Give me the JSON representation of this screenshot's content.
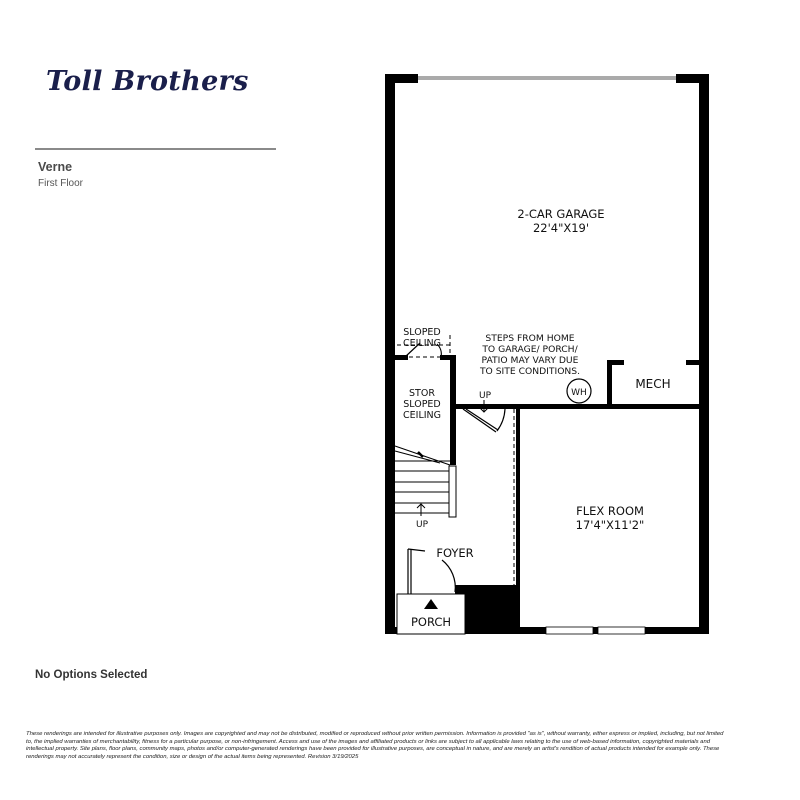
{
  "brand": {
    "name": "Toll Brothers",
    "color": "#1a1f4b"
  },
  "plan": {
    "model_name": "Verne",
    "floor_label": "First Floor",
    "options_status": "No Options Selected"
  },
  "rooms": {
    "garage": {
      "name": "2-CAR GARAGE",
      "dims": "22'4\"X19'"
    },
    "flex_room": {
      "name": "FLEX ROOM",
      "dims": "17'4\"X11'2\""
    },
    "mech": {
      "name": "MECH"
    },
    "sloped_ceiling": {
      "line1": "SLOPED",
      "line2": "CEILING"
    },
    "storage": {
      "line1": "STOR",
      "line2": "SLOPED",
      "line3": "CEILING"
    },
    "foyer": {
      "name": "FOYER"
    },
    "porch": {
      "name": "PORCH"
    }
  },
  "annotations": {
    "steps_note": [
      "STEPS FROM HOME",
      "TO GARAGE/ PORCH/",
      "PATIO MAY VARY DUE",
      "TO SITE CONDITIONS."
    ],
    "water_heater": "WH",
    "up_garage": "UP",
    "up_stairs": "UP"
  },
  "disclaimer": "These renderings are intended for illustrative purposes only. Images are copyrighted and may not be distributed, modified or reproduced without prior written permission. Information is provided \"as is\", without warranty, either express or implied, including, but not limited to, the implied warranties of merchantability, fitness for a particular purpose, or non-infringement. Access and use of the images and affiliated products or links are subject to all applicable laws relating to the use of web-based information, copyrighted materials and intellectual property. Site plans, floor plans, community maps, photos and/or computer-generated renderings have been provided for illustrative purposes, are conceptual in nature, and are merely an artist's rendition of actual products intended for example only. These renderings may not accurately represent the condition, size or design of the actual items being represented. Revision 3/19/2025"
}
